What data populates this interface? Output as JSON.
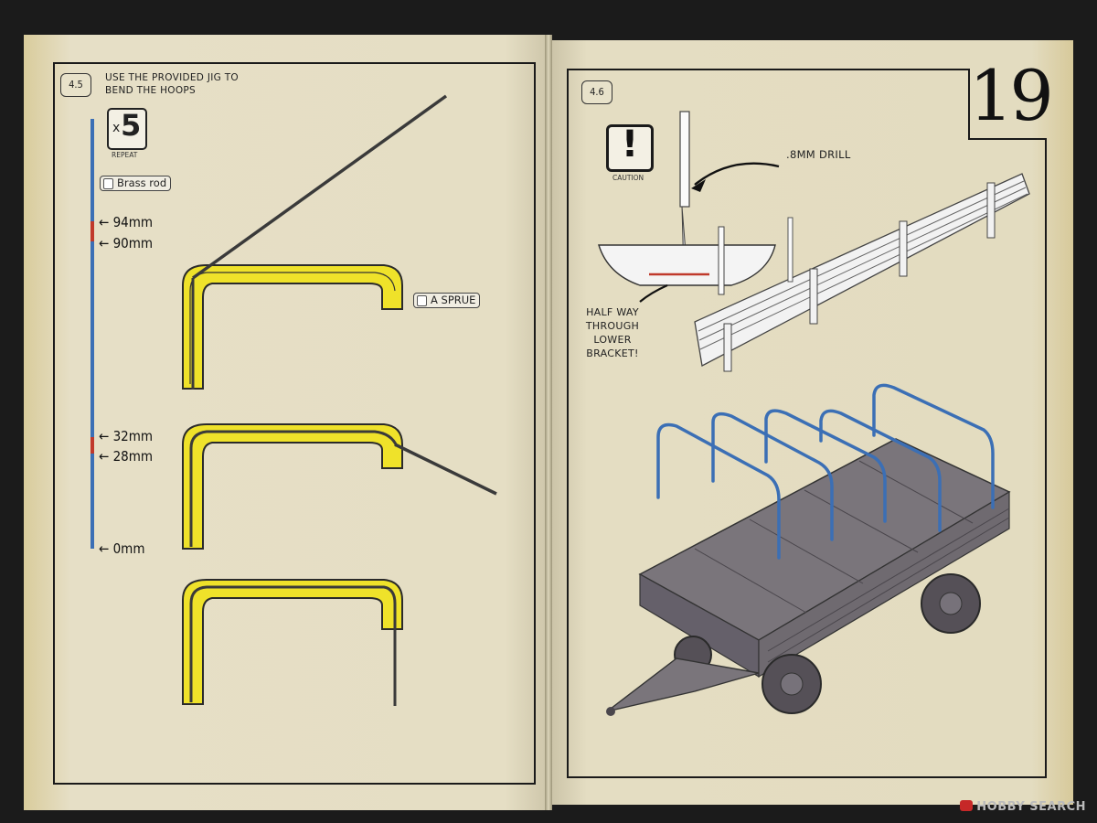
{
  "left_page": {
    "step": "4.5",
    "instruction_line1": "USE THE PROVIDED JIG TO",
    "instruction_line2": "BEND THE HOOPS",
    "repeat_prefix": "x",
    "repeat_count": "5",
    "repeat_label": "REPEAT",
    "material_tag": "Brass rod",
    "sprue_tag": "A SPRUE",
    "measurements": [
      "94mm",
      "90mm",
      "32mm",
      "28mm",
      "0mm"
    ]
  },
  "right_page": {
    "step": "4.6",
    "page_number": "19",
    "caution_label": "CAUTION",
    "drill_label": ".8MM DRILL",
    "callout_lines": [
      "HALF WAY",
      "THROUGH",
      "LOWER",
      "BRACKET!"
    ]
  },
  "watermark": "HOBBY SEARCH",
  "colors": {
    "jig_yellow": "#efe22a",
    "rod_blue": "#3b6fb5",
    "trailer_gray": "#6f6a70",
    "paper": "#e3dcc1",
    "marker_red": "#c0392b"
  }
}
